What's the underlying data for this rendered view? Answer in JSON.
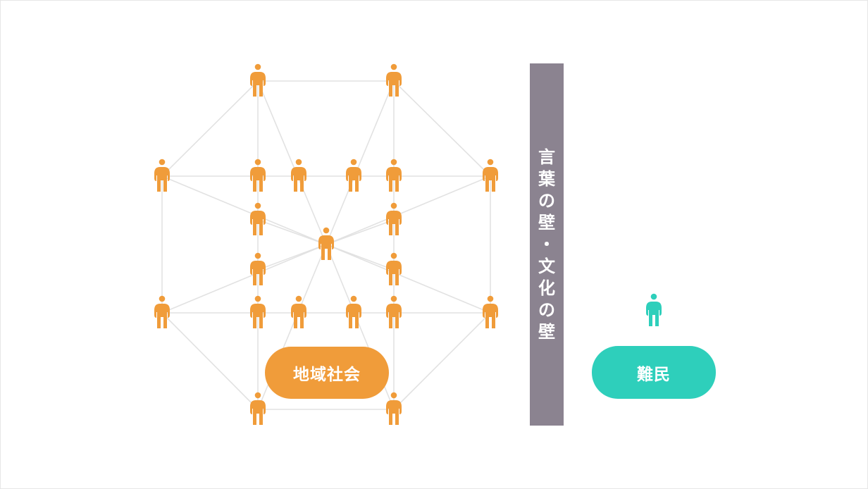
{
  "colors": {
    "community": "#F09C3A",
    "refugee": "#2ECFBB",
    "wall": "#8B8390",
    "link": "#E2E2E2"
  },
  "community": {
    "label": "地域社会",
    "icon": "person-icon"
  },
  "wall": {
    "label": "言葉の壁・文化の壁"
  },
  "refugee": {
    "label": "難民",
    "icon": "person-icon"
  }
}
